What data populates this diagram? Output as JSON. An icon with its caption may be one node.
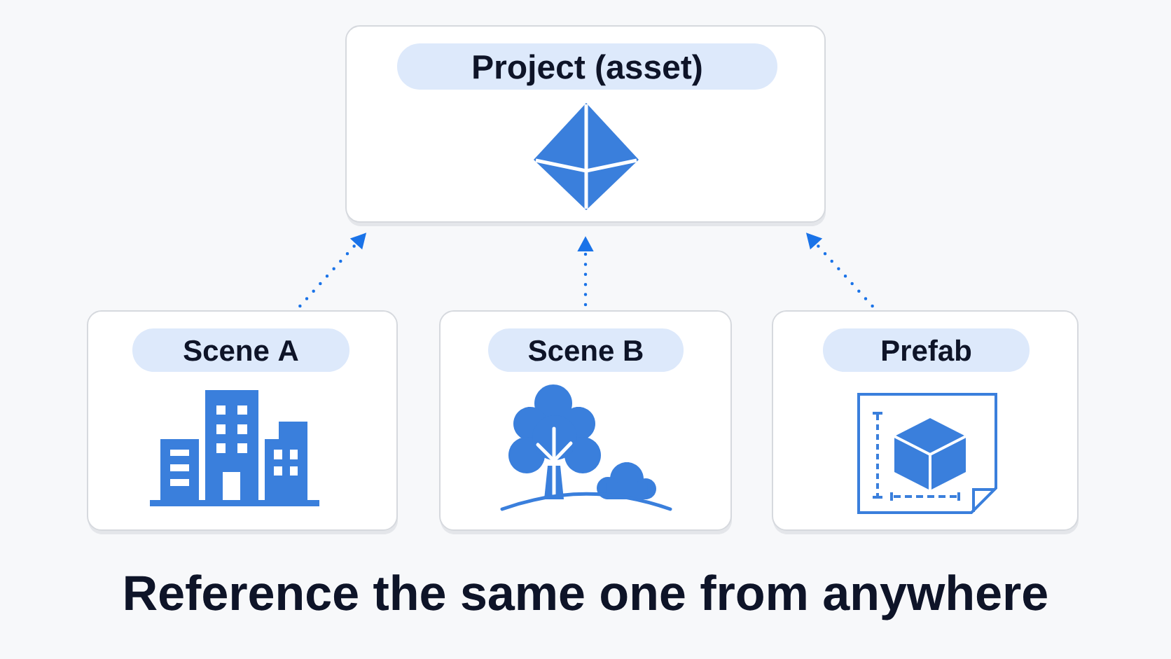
{
  "diagram": {
    "caption": "Reference the same one from anywhere",
    "nodes": [
      {
        "text": [
          "Project (asset)"
        ]
      },
      {
        "text": [
          "Scene A"
        ]
      },
      {
        "text": [
          "Scene B"
        ]
      },
      {
        "text": [
          "Prefab"
        ]
      }
    ],
    "edges": [
      {
        "from": 1,
        "to": 0,
        "arrow": "to"
      },
      {
        "from": 2,
        "to": 0,
        "arrow": "to"
      },
      {
        "from": 3,
        "to": 0,
        "arrow": "to"
      }
    ]
  }
}
